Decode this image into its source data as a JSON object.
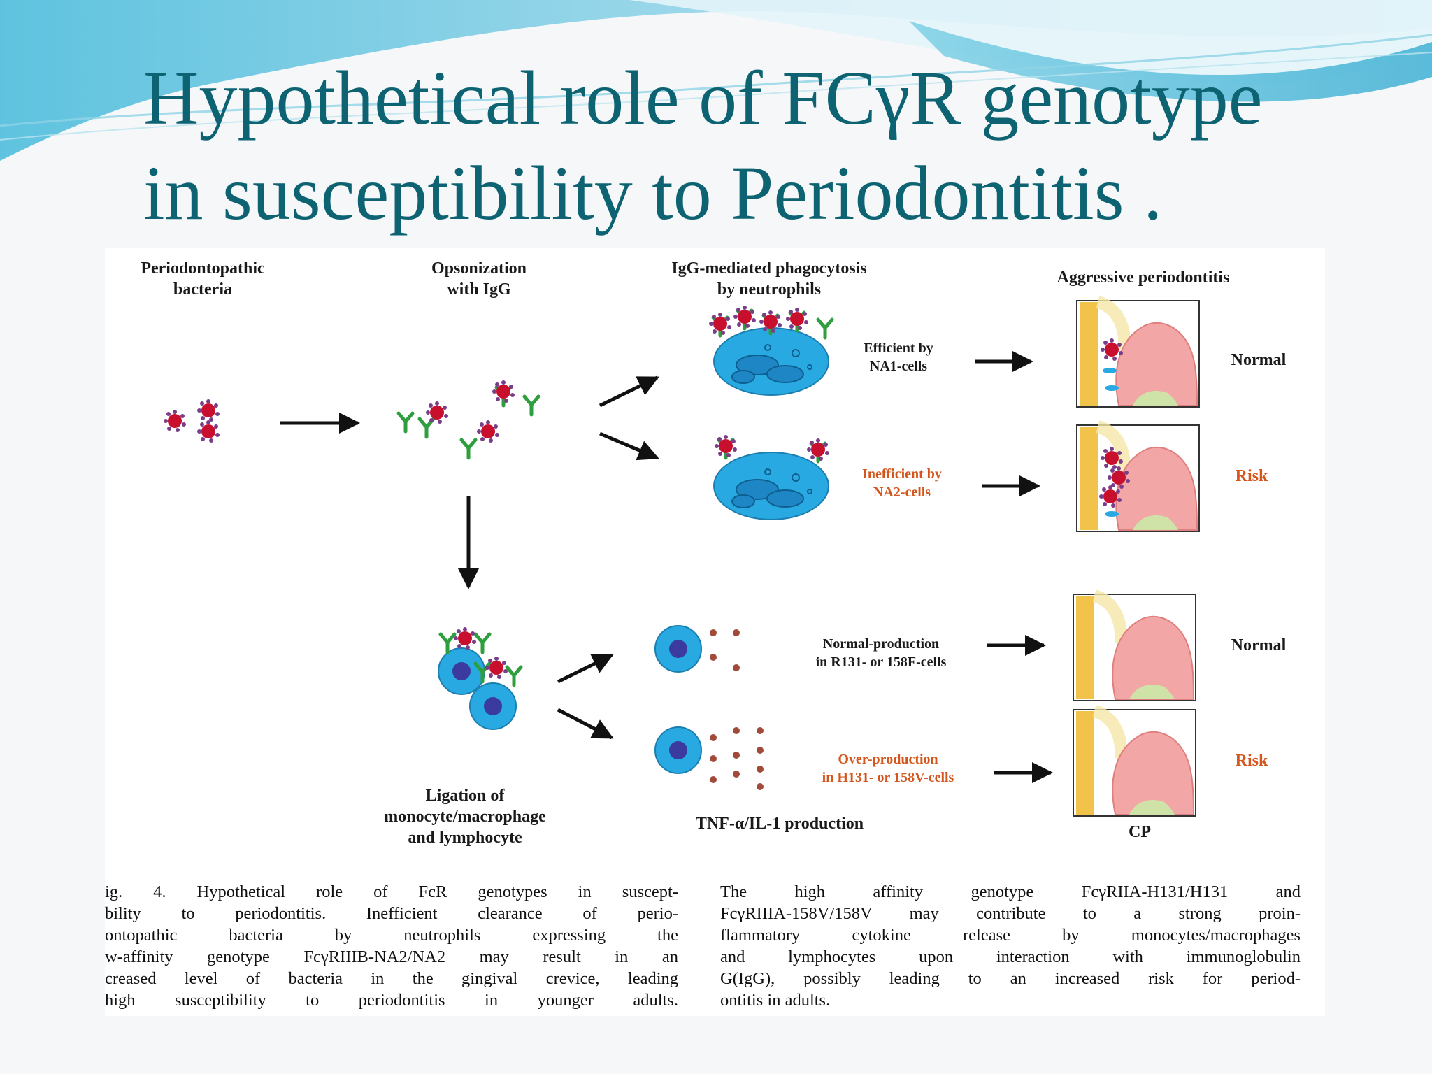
{
  "slide": {
    "title_lines": [
      "Hypothetical role of FCγR genotype",
      "in susceptibility to Periodontitis ."
    ]
  },
  "figure": {
    "column_headers": {
      "bacteria": "Periodontopathic\nbacteria",
      "opsonization": "Opsonization\nwith IgG",
      "phagocytosis": "IgG-mediated phagocytosis\nby neutrophils",
      "aggressive": "Aggressive periodontitis"
    },
    "pathways": {
      "efficient": "Efficient by\nNA1-cells",
      "inefficient": "Inefficient by\nNA2-cells",
      "normal_production": "Normal-production\nin R131- or 158F-cells",
      "over_production": "Over-production\nin H131- or 158V-cells"
    },
    "outcomes": {
      "normal_1": "Normal",
      "risk_1": "Risk",
      "normal_2": "Normal",
      "risk_2": "Risk",
      "cp": "CP"
    },
    "bottom_labels": {
      "ligation": "Ligation of\nmonocyte/macrophage\nand lymphocyte",
      "tnf": "TNF-α/IL-1 production"
    },
    "colors": {
      "accent_red": "#d4561c",
      "bacteria": "#c8102e",
      "antibody": "#2e9e3e",
      "cell": "#29a9e1",
      "title": "#0e6373"
    }
  },
  "caption": {
    "left_lines": [
      "ig. 4. Hypothetical role of FcR genotypes in suscept-",
      "bility to periodontitis. Inefficient clearance of perio-",
      "ontopathic bacteria by neutrophils expressing the",
      "w-affinity genotype FcγRIIIB-NA2/NA2 may result in an",
      "creased level of bacteria in the gingival crevice, leading",
      "high susceptibility to periodontitis in younger adults."
    ],
    "right_lines": [
      "The high affinity genotype FcγRIIA-H131/H131 and",
      "FcγRIIIA-158V/158V may contribute to a strong proin-",
      "flammatory cytokine release by monocytes/macrophages",
      "and lymphocytes upon interaction with immunoglobulin",
      "G(IgG), possibly leading to an increased risk for period-",
      "ontitis in adults."
    ]
  }
}
